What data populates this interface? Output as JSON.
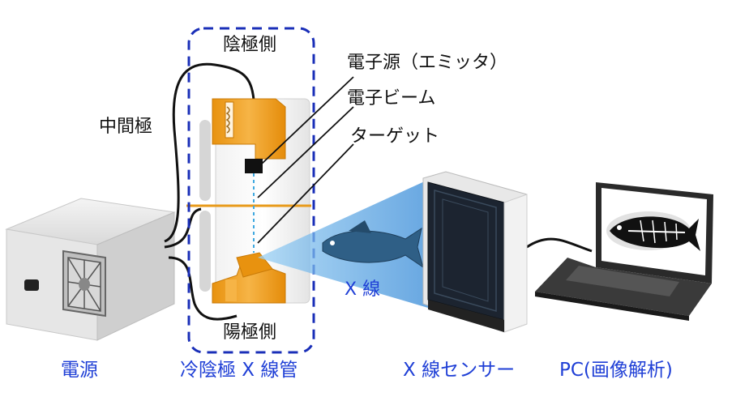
{
  "labels": {
    "cathode_side": "陰極側",
    "anode_side": "陽極側",
    "intermediate_electrode": "中間極",
    "emitter": "電子源（エミッタ）",
    "electron_beam": "電子ビーム",
    "target": "ターゲット",
    "xray": "X 線"
  },
  "captions": {
    "power_supply": "電源",
    "cold_cathode_tube": "冷陰極 X 線管",
    "xray_sensor": "X 線センサー",
    "pc": "PC(画像解析)"
  },
  "colors": {
    "caption_blue": "#1f3fd6",
    "dashed_box": "#1a2fb8",
    "electrode_orange": "#f0a01e",
    "xray_beam": "#4aa8e8",
    "sensor_panel": "#1c2430",
    "fish_body": "#2f5f86"
  },
  "icons": [
    "power-supply-icon",
    "fan-grille-icon",
    "xray-tube-icon",
    "fish-icon",
    "xray-sensor-icon",
    "laptop-icon",
    "fish-skeleton-icon"
  ]
}
